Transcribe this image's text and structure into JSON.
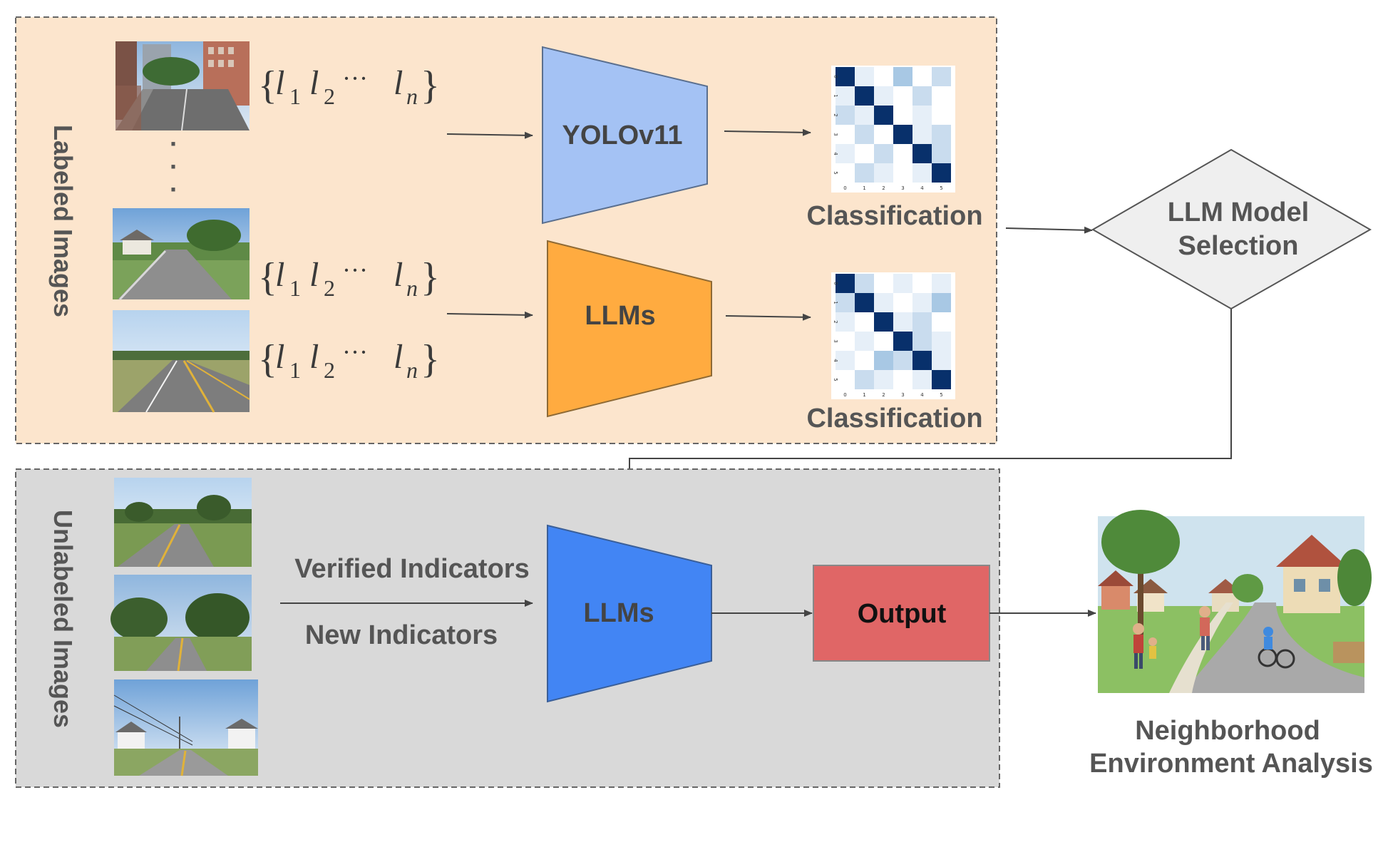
{
  "labeled_panel": {
    "side_label": "Labeled Images",
    "label_sets": [
      {
        "open": "{",
        "l": "l",
        "s1": "1",
        "s2": "2",
        "dots": "···",
        "sn": "n",
        "close": "}"
      },
      {
        "open": "{",
        "l": "l",
        "s1": "1",
        "s2": "2",
        "dots": "···",
        "sn": "n",
        "close": "}"
      },
      {
        "open": "{",
        "l": "l",
        "s1": "1",
        "s2": "2",
        "dots": "···",
        "sn": "n",
        "close": "}"
      }
    ],
    "vertical_dots": "·",
    "yolo_label": "YOLOv11",
    "llm_label": "LLMs",
    "classification_top": "Classification",
    "classification_bottom": "Classification"
  },
  "selection": {
    "line1": "LLM Model",
    "line2": "Selection"
  },
  "unlabeled_panel": {
    "side_label": "Unlabeled Images",
    "verified_label": "Verified Indicators",
    "new_label": "New Indicators",
    "llm_label": "LLMs",
    "output_label": "Output"
  },
  "analysis": {
    "line1": "Neighborhood",
    "line2": "Environment Analysis"
  },
  "matrix_ticks": [
    "0",
    "1",
    "2",
    "3",
    "4",
    "5"
  ],
  "colors": {
    "labeled_bg": "#fce5cd",
    "unlabeled_bg": "#d9d9d9",
    "yolo_fill": "#a4c2f4",
    "llm_orange": "#ffab40",
    "llm_blue": "#4285f4",
    "output_fill": "#e06666",
    "diamond_fill": "#efefef"
  }
}
